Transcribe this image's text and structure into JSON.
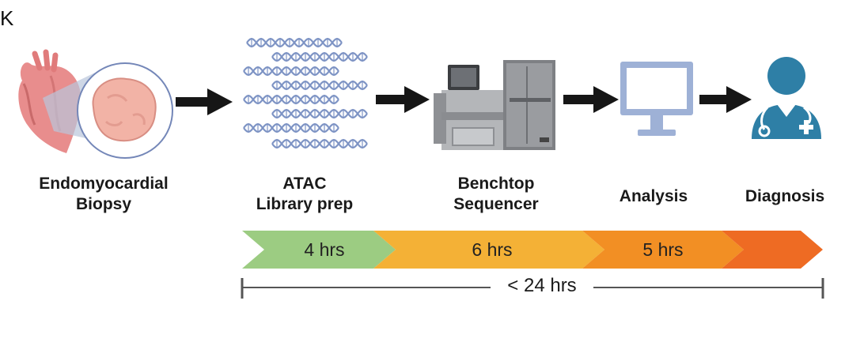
{
  "panel_letter": "K",
  "steps": [
    {
      "id": "biopsy",
      "lines": [
        "Endomyocardial",
        "Biopsy"
      ],
      "icon": "heart-biopsy-icon"
    },
    {
      "id": "library",
      "lines": [
        "ATAC",
        "Library prep"
      ],
      "icon": "dna-strands-icon"
    },
    {
      "id": "sequencer",
      "lines": [
        "Benchtop",
        "Sequencer"
      ],
      "icon": "sequencer-icon"
    },
    {
      "id": "analysis",
      "lines": [
        "Analysis"
      ],
      "icon": "computer-monitor-icon"
    },
    {
      "id": "diagnosis",
      "lines": [
        "Diagnosis"
      ],
      "icon": "doctor-icon"
    }
  ],
  "timeline": {
    "segments": [
      {
        "label": "4 hrs",
        "hours": 4,
        "color": "#9ccc82"
      },
      {
        "label": "6 hrs",
        "hours": 6,
        "color": "#f4b136"
      },
      {
        "label": "5 hrs",
        "hours": 5,
        "color": "#f28f24"
      },
      {
        "label": "",
        "hours": null,
        "color": "#ee6b23"
      }
    ],
    "total_label": "< 24 hrs"
  },
  "colors": {
    "arrow": "#161616",
    "dna": "#7d93c4",
    "monitor": "#9eb1d6",
    "doctor": "#2e7fa6",
    "sequencer": "#a9abae",
    "heart": "#e88d8d",
    "tissue": "#f2b3a6"
  }
}
